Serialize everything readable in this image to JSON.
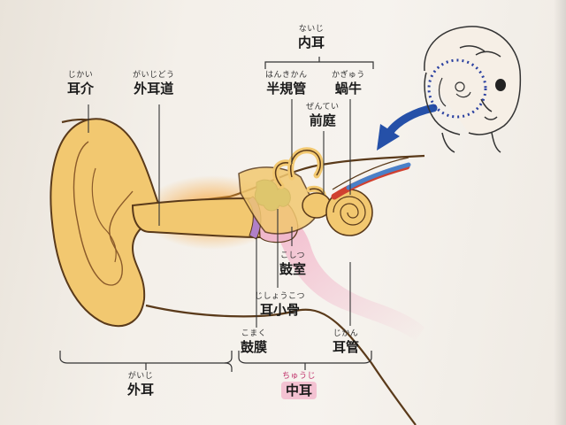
{
  "labels": {
    "jikai": {
      "ruby": "じかい",
      "text": "耳介"
    },
    "gaijidou": {
      "ruby": "がいじどう",
      "text": "外耳道"
    },
    "naiji": {
      "ruby": "ないじ",
      "text": "内耳"
    },
    "hankikan": {
      "ruby": "はんきかん",
      "text": "半規管"
    },
    "kagyuu": {
      "ruby": "かぎゅう",
      "text": "蝸牛"
    },
    "zentei": {
      "ruby": "ぜんてい",
      "text": "前庭"
    },
    "koshitsu": {
      "ruby": "こしつ",
      "text": "鼓室"
    },
    "jishoukotsu": {
      "ruby": "じしょうこつ",
      "text": "耳小骨"
    },
    "komaku": {
      "ruby": "こまく",
      "text": "鼓膜"
    },
    "jikan": {
      "ruby": "じかん",
      "text": "耳管"
    },
    "gaiji": {
      "ruby": "がいじ",
      "text": "外耳"
    },
    "chuuji": {
      "ruby": "ちゅうじ",
      "text": "中耳"
    }
  },
  "colors": {
    "skin": "#f2c870",
    "skin_edge": "#5a3a1a",
    "canal_glow": "#f6a030",
    "pink": "#f0b8cc",
    "purple": "#b080c8",
    "green": "#70c060",
    "nerve_red": "#d04030",
    "nerve_blue": "#4a80c8",
    "arrow": "#2550a8",
    "dot_circle": "#2a40a0"
  }
}
